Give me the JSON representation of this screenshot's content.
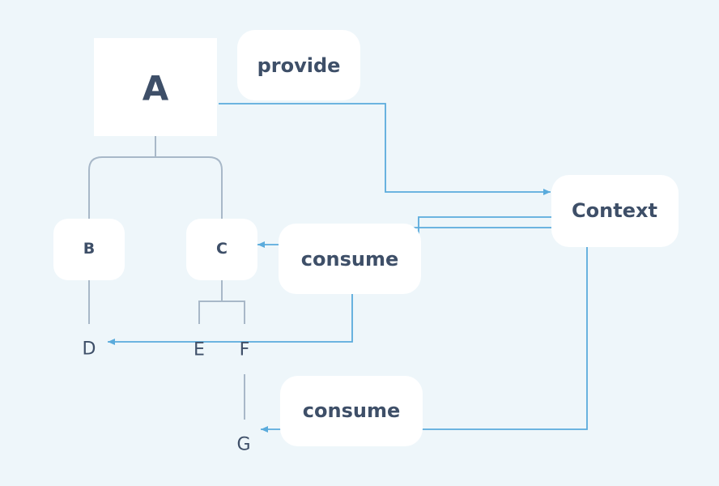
{
  "nodes": {
    "a": "A",
    "b": "B",
    "c": "C",
    "d": "D",
    "e": "E",
    "f": "F",
    "g": "G"
  },
  "labels": {
    "provide": "provide",
    "context": "Context",
    "consume_1": "consume",
    "consume_2": "consume"
  },
  "colors": {
    "background": "#eef6fa",
    "node_fill": "#ffffff",
    "text": "#3e4f68",
    "tree_line": "#a8b8c8",
    "context_line": "#5aabdc"
  }
}
